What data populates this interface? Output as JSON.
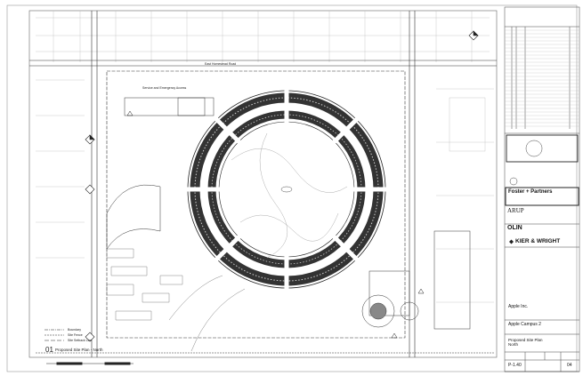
{
  "drawing": {
    "view_number": "01",
    "view_title": "Proposed Site Plan - North",
    "legend": [
      "Boundary",
      "Site Fence",
      "Site Setback Line"
    ],
    "plan_labels": {
      "top_road": "East Homestead Road",
      "service_area": "Service and Emergency Access"
    }
  },
  "title_block": {
    "architect": "Foster + Partners",
    "engineer": "ARUP",
    "landscape": "OLIN",
    "civil": "KIER & WRIGHT",
    "client": "Apple Inc.",
    "project": "Apple Campus 2",
    "sheet_title": "Proposed Site Plan North",
    "sheet_number": "P-1.40",
    "revision": "04"
  },
  "colors": {
    "line": "#222222",
    "paper": "#ffffff",
    "ring": "#333333"
  }
}
